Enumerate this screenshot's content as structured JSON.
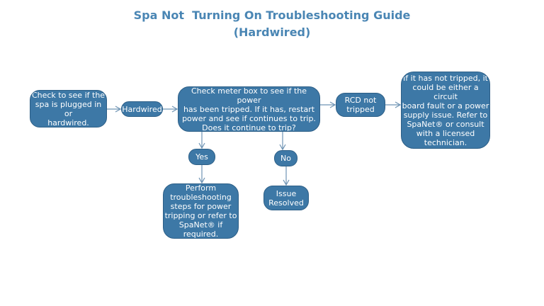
{
  "title": {
    "line1": "Spa Not  Turning On Troubleshooting Guide",
    "line2": "(Hardwired)"
  },
  "nodes": {
    "check_plugged": "Check to see if the\nspa is plugged in or\nhardwired.",
    "hardwired": "Hardwired",
    "check_meter": "Check meter box to see if the power\nhas been tripped. If it has, restart\npower and see if continues to trip.\nDoes it continue to trip?",
    "rcd_not_tripped": "RCD not\ntripped",
    "not_tripped_advice": "If it has not tripped, it\ncould be either a circuit\nboard fault or a power\nsupply issue. Refer to\nSpaNet® or  consult\nwith a licensed\ntechnician.",
    "yes": "Yes",
    "no": "No",
    "perform_steps": "Perform\ntroubleshooting\nsteps for power\ntripping or refer to\nSpaNet® if required.",
    "issue_resolved": "Issue\nResolved"
  },
  "colors": {
    "title": "#4a86b4",
    "node_fill": "#3d78a6",
    "node_text": "#ffffff",
    "connector": "#6e93b3"
  }
}
